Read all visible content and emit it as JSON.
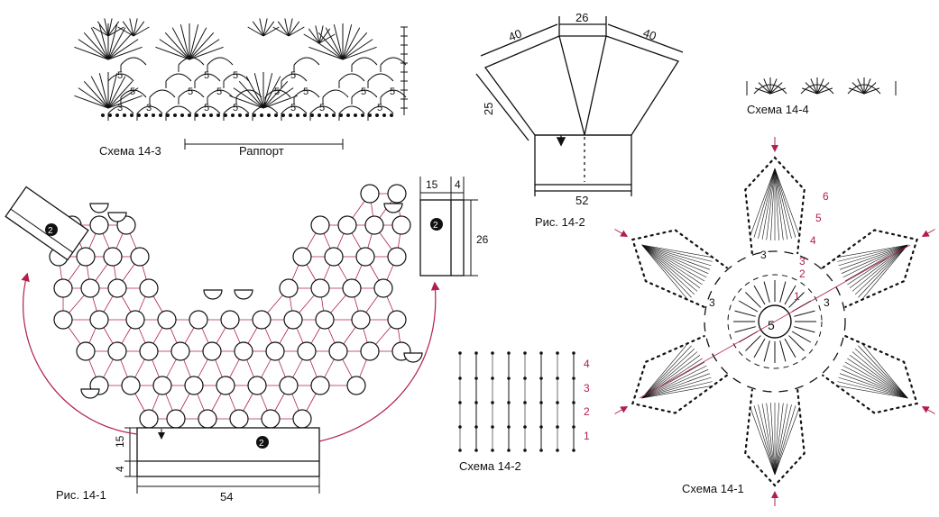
{
  "colors": {
    "ink": "#111111",
    "accent": "#b0204a",
    "paper": "#ffffff"
  },
  "scheme_14_3": {
    "caption": "Схема 14-3",
    "repeat_label": "Раппорт",
    "row_labels": [
      "3",
      "3",
      "5",
      "5",
      "5",
      "5",
      "5",
      "5",
      "5",
      "5",
      "5",
      "5",
      "5",
      "5",
      "5",
      "5",
      "5",
      "5"
    ]
  },
  "fig_14_2": {
    "caption": "Рис. 14-2",
    "dims": {
      "top_left": "40",
      "top_mid": "26",
      "top_right": "40",
      "side": "25",
      "bottom": "52"
    }
  },
  "scheme_14_4": {
    "caption": "Схема 14-4"
  },
  "fig_14_1": {
    "caption": "Рис. 14-1",
    "marker": "2",
    "dims": {
      "strap_w1": "15",
      "strap_w2": "4",
      "strap_h": "26",
      "band_h1": "15",
      "band_h2": "4",
      "band_w": "54"
    }
  },
  "scheme_14_2": {
    "caption": "Схема 14-2",
    "rows": [
      "4",
      "3",
      "2",
      "1"
    ]
  },
  "scheme_14_1": {
    "caption": "Схема 14-1",
    "center": "5",
    "black_labels": [
      "3",
      "3",
      "3"
    ],
    "red_labels": [
      "6",
      "5",
      "4",
      "3",
      "2",
      "1"
    ]
  }
}
